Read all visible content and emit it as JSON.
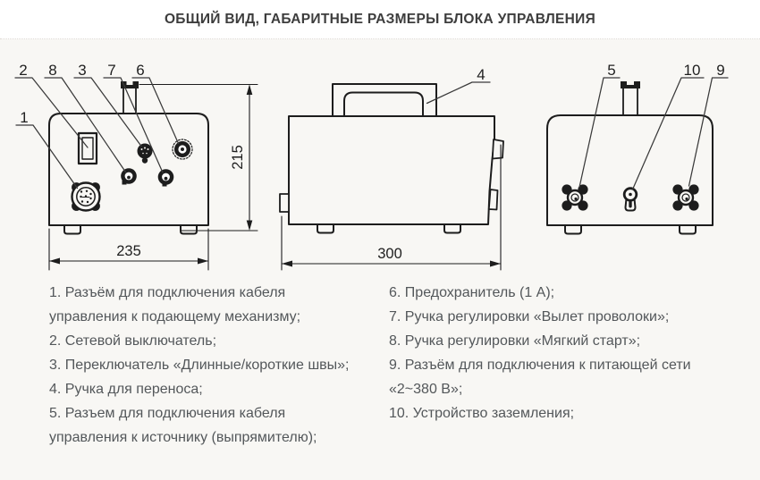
{
  "page": {
    "title": "ОБЩИЙ ВИД, ГАБАРИТНЫЕ РАЗМЕРЫ БЛОКА УПРАВЛЕНИЯ"
  },
  "diagram": {
    "front": {
      "c1": "1",
      "c2": "2",
      "c3": "3",
      "c6": "6",
      "c7": "7",
      "c8": "8",
      "dim_width": "235",
      "dim_height": "215"
    },
    "side": {
      "c4": "4",
      "dim_depth": "300"
    },
    "rear": {
      "c5": "5",
      "c9": "9",
      "c10": "10"
    }
  },
  "legend": {
    "left": [
      "1. Разъём для подключения кабеля управления к подающему механизму;",
      "2. Сетевой выключатель;",
      "3. Переключатель «Длинные/короткие швы»;",
      "4. Ручка для переноса;",
      "5. Разъем для подключения кабеля управления к источнику (выпрямителю);"
    ],
    "right": [
      "6. Предохранитель (1 А);",
      "7. Ручка регулировки «Вылет проволоки»;",
      "8. Ручка регулировки «Мягкий старт»;",
      "9. Разъём для подключения к питающей сети «2~380 В»;",
      "10. Устройство заземления;"
    ]
  },
  "colors": {
    "line": "#1d1d1d",
    "background": "#f8f7f4",
    "header_background": "#ffffff",
    "legend_text": "#53575a",
    "title_text": "#3d3d3d"
  }
}
